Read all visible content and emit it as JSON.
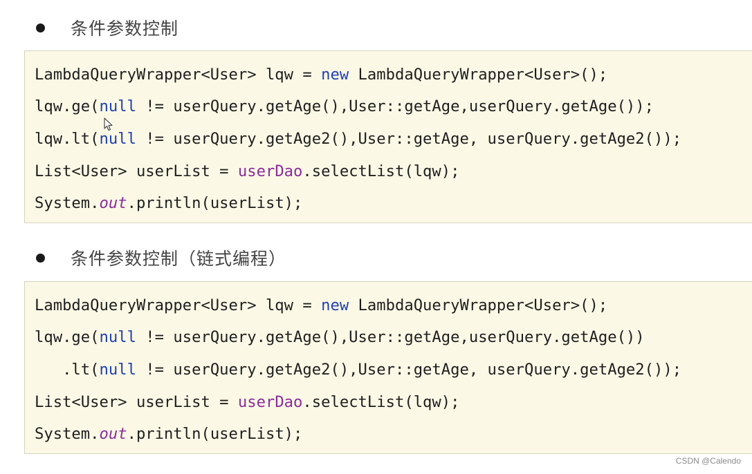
{
  "sections": [
    {
      "heading": "条件参数控制",
      "lines": [
        [
          {
            "t": "LambdaQueryWrapper<User> lqw = "
          },
          {
            "t": "new",
            "k": "kw"
          },
          {
            "t": " LambdaQueryWrapper<User>();"
          }
        ],
        [
          {
            "t": "lqw.ge("
          },
          {
            "t": "null",
            "k": "kw"
          },
          {
            "t": " != userQuery.getAge(),User::getAge,userQuery.getAge());"
          }
        ],
        [
          {
            "t": "lqw.lt("
          },
          {
            "t": "null",
            "k": "kw"
          },
          {
            "t": " != userQuery.getAge2(),User::getAge, userQuery.getAge2());"
          }
        ],
        [
          {
            "t": "List<User> userList = "
          },
          {
            "t": "userDao",
            "k": "fld"
          },
          {
            "t": ".selectList(lqw);"
          }
        ],
        [
          {
            "t": "System."
          },
          {
            "t": "out",
            "k": "static"
          },
          {
            "t": ".println(userList);"
          }
        ]
      ]
    },
    {
      "heading": "条件参数控制（链式编程）",
      "lines": [
        [
          {
            "t": "LambdaQueryWrapper<User> lqw = "
          },
          {
            "t": "new",
            "k": "kw"
          },
          {
            "t": " LambdaQueryWrapper<User>();"
          }
        ],
        [
          {
            "t": "lqw.ge("
          },
          {
            "t": "null",
            "k": "kw"
          },
          {
            "t": " != userQuery.getAge(),User::getAge,userQuery.getAge())"
          }
        ],
        [
          {
            "t": "   .lt("
          },
          {
            "t": "null",
            "k": "kw"
          },
          {
            "t": " != userQuery.getAge2(),User::getAge, userQuery.getAge2());"
          }
        ],
        [
          {
            "t": "List<User> userList = "
          },
          {
            "t": "userDao",
            "k": "fld"
          },
          {
            "t": ".selectList(lqw);"
          }
        ],
        [
          {
            "t": "System."
          },
          {
            "t": "out",
            "k": "static"
          },
          {
            "t": ".println(userList);"
          }
        ]
      ]
    }
  ],
  "watermark": "CSDN @Calendo",
  "icons": {
    "cursor": "mouse-pointer-icon"
  }
}
